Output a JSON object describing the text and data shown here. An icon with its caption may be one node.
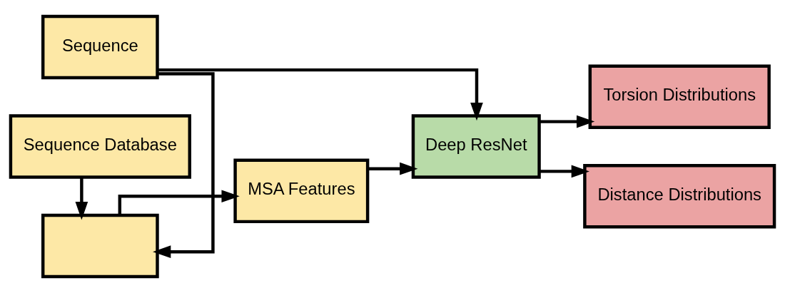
{
  "diagram": {
    "nodes": [
      {
        "text": [
          "Sequence"
        ]
      },
      {
        "text": [],
        "shape": "box"
      },
      {
        "text": [
          "Sequence Database"
        ]
      },
      {
        "text": [
          "MSA Features"
        ]
      },
      {
        "text": [
          "Deep ResNet"
        ]
      },
      {
        "text": [
          "Torsion Distributions"
        ]
      },
      {
        "text": [
          "Distance Distributions"
        ]
      }
    ],
    "edges": [
      {
        "from": 0,
        "to": 1,
        "arrow": "to"
      },
      {
        "from": 2,
        "to": 1,
        "arrow": "to"
      },
      {
        "from": 1,
        "to": 3,
        "arrow": "to"
      },
      {
        "from": 3,
        "to": 4,
        "arrow": "to"
      },
      {
        "from": 0,
        "to": 4,
        "arrow": "to"
      },
      {
        "from": 4,
        "to": 5,
        "arrow": "to"
      },
      {
        "from": 4,
        "to": 6,
        "arrow": "to"
      }
    ]
  }
}
